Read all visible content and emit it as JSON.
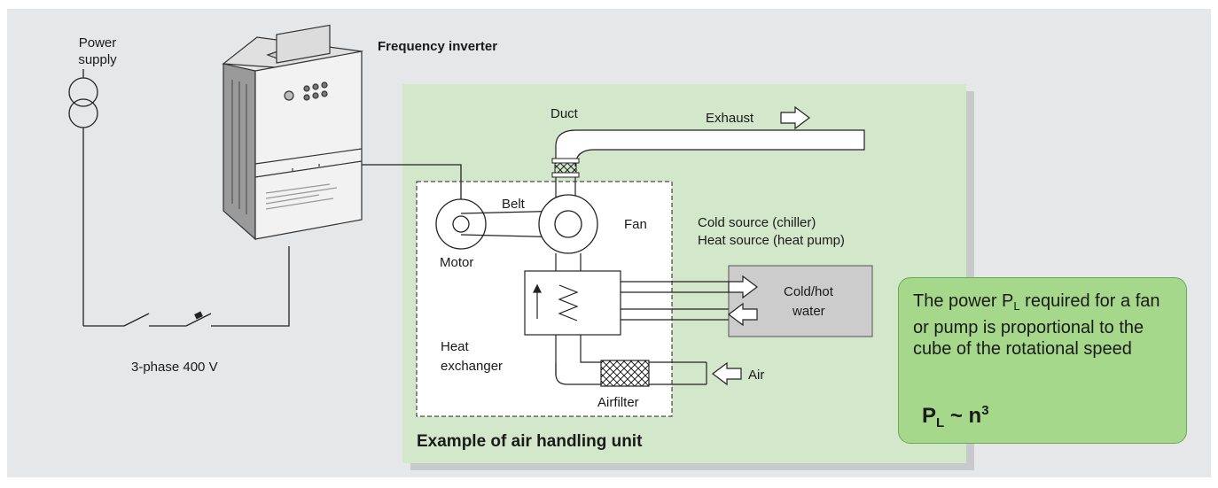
{
  "labels": {
    "power_supply_line1": "Power",
    "power_supply_line2": "supply",
    "frequency_inverter": "Frequency inverter",
    "three_phase": "3-phase 400 V",
    "duct": "Duct",
    "exhaust": "Exhaust",
    "belt": "Belt",
    "fan": "Fan",
    "motor": "Motor",
    "cold_source": "Cold source (chiller)",
    "heat_source": "Heat source (heat pump)",
    "cold_hot_line1": "Cold/hot",
    "cold_hot_line2": "water",
    "heat_exchanger_line1": "Heat",
    "heat_exchanger_line2": "exchanger",
    "air": "Air",
    "airfilter": "Airfilter",
    "example_title": "Example of air handling unit"
  },
  "note": {
    "text_before_sub": "The power P",
    "sub": "L",
    "text_after_sub": " required for a fan or pump is proportional to the cube of the rotational speed",
    "formula_base": "P",
    "formula_sub": "L",
    "formula_mid": " ~ n",
    "formula_sup": "3"
  },
  "colors": {
    "background": "#e6e7e9",
    "green_panel": "#d3e8cb",
    "note_fill": "#a6d88c",
    "chiller_box": "#cccccc"
  }
}
